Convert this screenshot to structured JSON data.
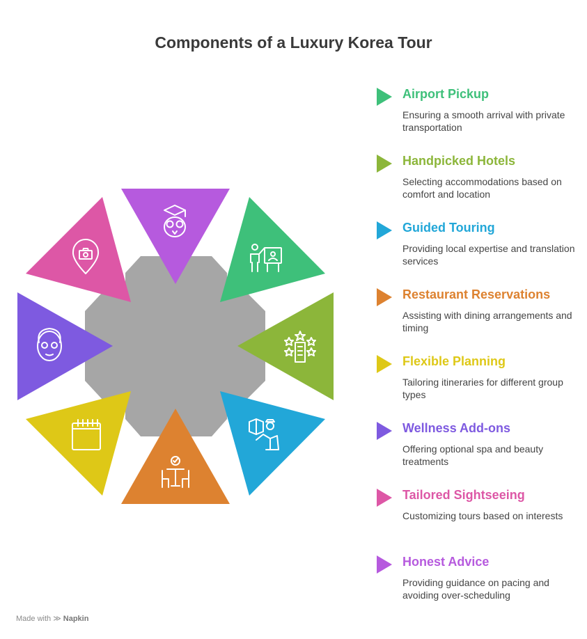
{
  "title": "Components of a Luxury Korea Tour",
  "colors": {
    "center": "#a6a6a6",
    "airport_pickup": "#3ec07a",
    "handpicked_hotels": "#8cb63a",
    "guided_touring": "#22a7d8",
    "restaurant_reservations": "#dd8230",
    "flexible_planning": "#dec817",
    "wellness_addons": "#7e5ae0",
    "tailored_sightseeing": "#dd57a6",
    "honest_advice": "#b65ade"
  },
  "items": [
    {
      "key": "airport_pickup",
      "title": "Airport Pickup",
      "description": "Ensuring a smooth arrival with private transportation",
      "icon": "teacher-presentation-icon"
    },
    {
      "key": "handpicked_hotels",
      "title": "Handpicked Hotels",
      "description": "Selecting accommodations based on comfort and location",
      "icon": "hotel-stars-icon"
    },
    {
      "key": "guided_touring",
      "title": "Guided Touring",
      "description": "Providing local expertise and translation services",
      "icon": "tour-guide-icon"
    },
    {
      "key": "restaurant_reservations",
      "title": "Restaurant Reservations",
      "description": "Assisting with dining arrangements and timing",
      "icon": "dining-table-icon"
    },
    {
      "key": "flexible_planning",
      "title": "Flexible Planning",
      "description": "Tailoring itineraries for different group types",
      "icon": "calendar-icon"
    },
    {
      "key": "wellness_addons",
      "title": "Wellness Add-ons",
      "description": "Offering optional spa and beauty treatments",
      "icon": "face-mask-icon"
    },
    {
      "key": "tailored_sightseeing",
      "title": "Tailored Sightseeing",
      "description": "Customizing tours based on interests",
      "icon": "camera-pin-icon"
    },
    {
      "key": "honest_advice",
      "title": "Honest Advice",
      "description": "Providing guidance on pacing and avoiding over-scheduling",
      "icon": "wise-owl-icon"
    }
  ],
  "footer": {
    "prefix": "Made with",
    "brand": "Napkin"
  }
}
